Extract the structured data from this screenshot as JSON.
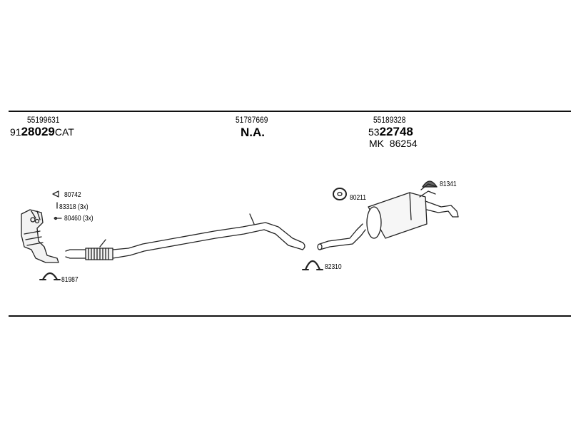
{
  "columns": [
    {
      "ref": "55199631",
      "prefix": "91",
      "number": "28029",
      "suffix": "CAT"
    },
    {
      "ref": "51787669",
      "na": "N.A."
    },
    {
      "ref": "55189328",
      "prefix": "53",
      "number": "22748",
      "extra_prefix": "MK",
      "extra_number": "86254"
    }
  ],
  "parts": [
    {
      "code": "80742"
    },
    {
      "code": "83318 (3x)"
    },
    {
      "code": "80460 (3x)"
    },
    {
      "code": "81987"
    },
    {
      "code": "80211"
    },
    {
      "code": "81341"
    },
    {
      "code": "82310"
    }
  ]
}
